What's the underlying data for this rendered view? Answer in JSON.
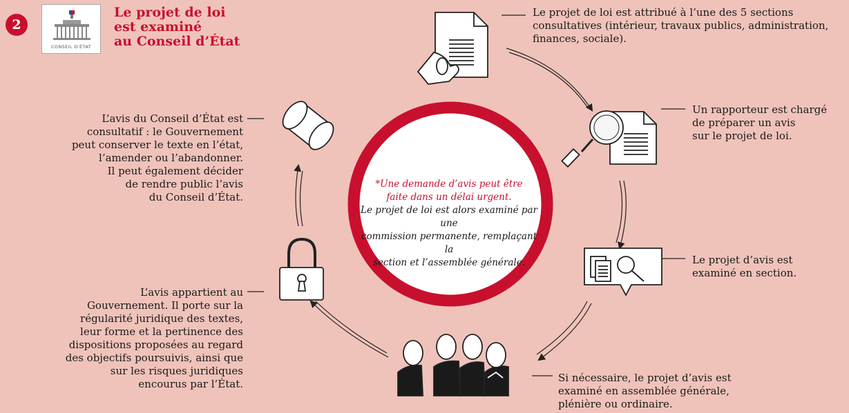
{
  "header": {
    "step_number": "2",
    "logo_text": "CONSEIL D'ÉTAT",
    "title_line1": "Le projet de loi",
    "title_line2": "est examiné",
    "title_line3": "au Conseil d’État"
  },
  "steps": [
    {
      "icon": "document-hand-icon",
      "lines": [
        "Le projet de loi est attribué à l’une des 5 sections",
        "consultatives (intérieur, travaux publics, administration,",
        "finances, sociale)."
      ]
    },
    {
      "icon": "magnifier-document-icon",
      "lines": [
        "Un rapporteur est chargé",
        "de préparer un avis",
        "sur le projet de loi."
      ]
    },
    {
      "icon": "documents-speech-bubble-icon",
      "lines": [
        "Le projet d’avis est",
        "examiné en section."
      ]
    },
    {
      "icon": "group-people-icon",
      "lines": [
        "Si nécessaire, le projet d’avis est",
        "examiné en assemblée générale,",
        "plénière ou ordinaire."
      ]
    },
    {
      "icon": "padlock-icon",
      "lines": [
        "L’avis appartient au",
        "Gouvernement. Il porte sur la",
        "régularité juridique des textes,",
        "leur forme et la pertinence des",
        "dispositions proposées au regard",
        "des objectifs poursuivis, ainsi que",
        "sur les risques juridiques",
        "encourus par l’État."
      ]
    },
    {
      "icon": "scroll-icon",
      "lines": [
        "L’avis du Conseil d’État est",
        "consultatif : le Gouvernement",
        "peut conserver le texte en l’état,",
        "l’amender ou l’abandonner.",
        "Il peut également décider",
        "de rendre public l’avis",
        "du Conseil d’État."
      ]
    }
  ],
  "center_note": {
    "red_line1": "*Une demande d’avis peut être",
    "red_line2": "faite dans un délai urgent.",
    "line1": "Le projet de loi est alors examiné par une",
    "line2": "commission permanente, remplaçant la",
    "line3": "section et l’assemblée générale."
  },
  "colors": {
    "accent": "#c8102e",
    "background": "#f0c3ba"
  }
}
